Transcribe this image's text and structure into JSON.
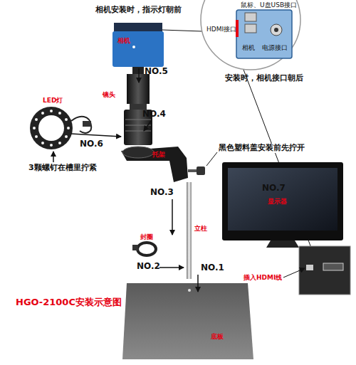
{
  "diagram": {
    "title": "HGO-2100C安装示意图",
    "labels": [
      "相机安装时，指示灯朝前",
      "鼠标、U盘USB接口",
      "HDMI接口",
      "相机",
      "电源接口",
      "安装时，相机接口朝后",
      "相机",
      "NO.5",
      "镜头",
      "NO.4",
      "LED灯",
      "NO.6",
      "3颗螺钉在槽里拧紧",
      "托架",
      "黑色塑料盖安装前先拧开",
      "NO.3",
      "立柱",
      "NO.7",
      "显示器",
      "封圈",
      "NO.2",
      "NO.1",
      "插入HDMI线",
      "底板"
    ]
  }
}
